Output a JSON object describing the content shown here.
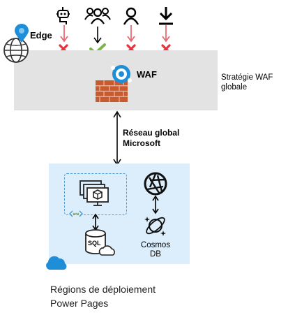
{
  "edge": {
    "label": "Edge"
  },
  "waf": {
    "label": "WAF",
    "policy_label_line1": "Stratégie WAF",
    "policy_label_line2": "globale"
  },
  "network": {
    "label_line1": "Réseau global",
    "label_line2": "Microsoft"
  },
  "cosmos": {
    "label_line1": "Cosmos",
    "label_line2": "DB"
  },
  "sql": {
    "label": "SQL"
  },
  "regions": {
    "label_line1": "Régions de déploiement",
    "label_line2": "Power Pages"
  },
  "clients": [
    {
      "icon": "bot-icon",
      "status": "blocked"
    },
    {
      "icon": "users-icon",
      "status": "allowed"
    },
    {
      "icon": "user-icon",
      "status": "blocked"
    },
    {
      "icon": "download-icon",
      "status": "blocked"
    }
  ],
  "colors": {
    "blocked": "#e8313c",
    "allowed": "#7ab648",
    "arrow_red": "#e56b73",
    "band": "#e3e3e3",
    "region": "#dceefb",
    "accent_blue": "#1e8ed8",
    "brick": "#c95a2e"
  }
}
